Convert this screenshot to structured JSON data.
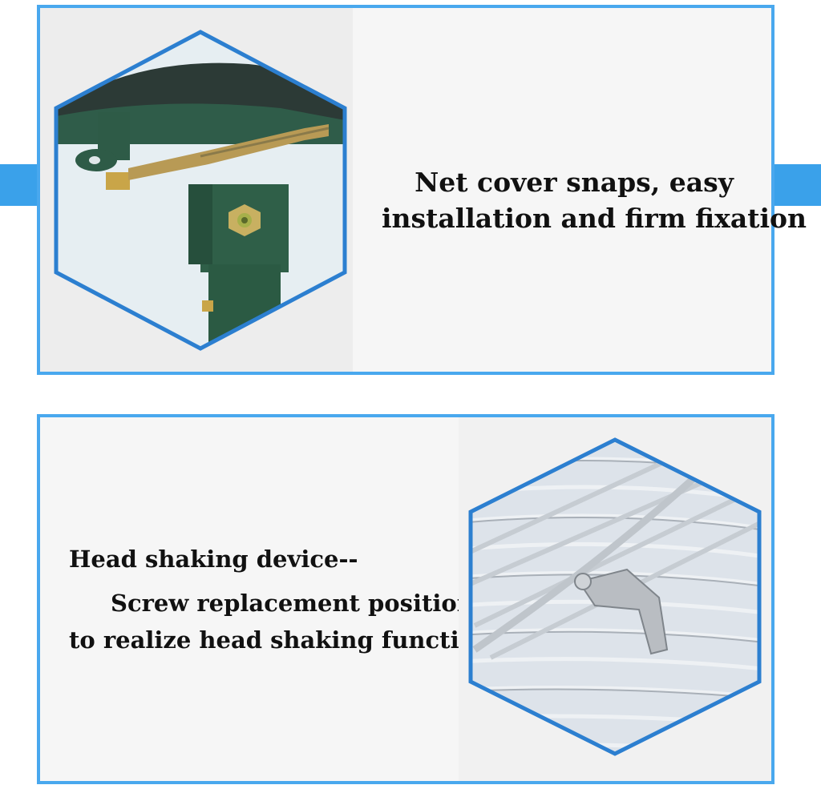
{
  "colors": {
    "frame_blue": "#49a8ee",
    "tab_blue": "#3aa1ea",
    "panel_bg": "#f6f6f6",
    "photo_bg": "#ededed",
    "fan_green": "#2d5a45",
    "wire_silver": "#c9cdd2"
  },
  "sections": [
    {
      "image": {
        "icon": "fan-base-hinge-photo"
      },
      "text": {
        "line1": "Net cover snaps, easy",
        "line2": "installation and firm fixation"
      }
    },
    {
      "image": {
        "icon": "wire-grill-clip-photo"
      },
      "text": {
        "line1": "Head shaking device--",
        "line2": "Screw replacement position",
        "line3": "to realize head shaking function"
      }
    }
  ]
}
